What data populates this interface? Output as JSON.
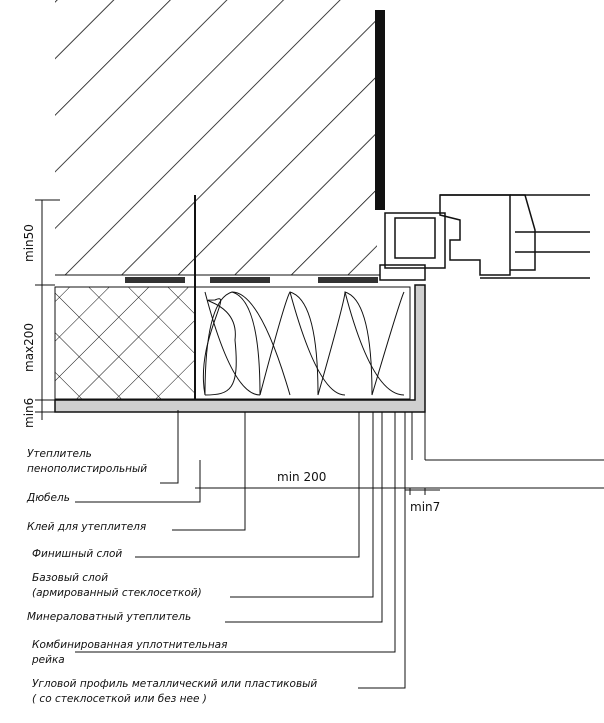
{
  "dimensions": {
    "min50": "min50",
    "max200": "max200",
    "min6": "min6",
    "min200": "min 200",
    "min7": "min7"
  },
  "labels": {
    "eps_line1": "Утеплитель",
    "eps_line2": "пенополистирольный",
    "dowel": "Дюбель",
    "adhesive": "Клей для утеплителя",
    "finish": "Финишный слой",
    "base_line1": "Базовый слой",
    "base_line2": "(армированный стеклосеткой)",
    "mineral_wool": "Минераловатный утеплитель",
    "seal_line1": "Комбинированная уплотнительная",
    "seal_line2": "рейка",
    "corner_line1": "Угловой профиль металлический или пластиковый",
    "corner_line2": "( со стеклосеткой или без нее )"
  }
}
